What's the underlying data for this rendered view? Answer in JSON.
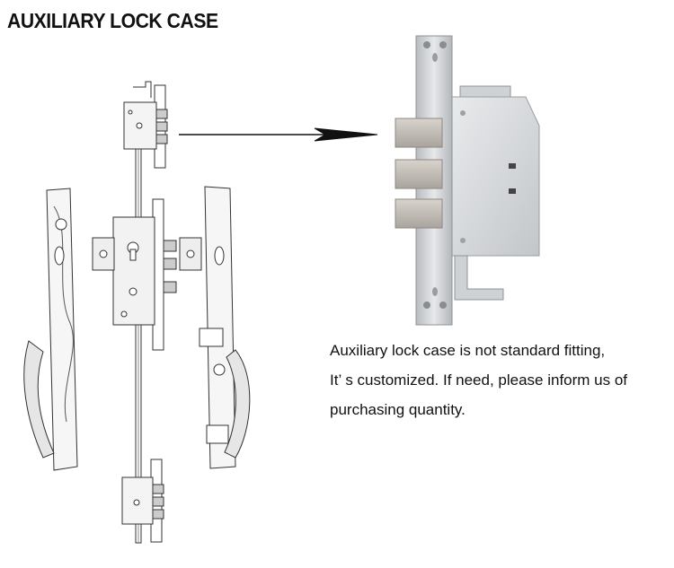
{
  "header": {
    "title": "AUXILIARY LOCK CASE"
  },
  "caption": {
    "line1": "Auxiliary lock case is not standard fitting,",
    "line2": "It’ s customized. If need, please inform us of",
    "line3": "purchasing quantity."
  },
  "colors": {
    "text": "#111111",
    "metal": "#c9ccce",
    "lineart": "#333333"
  }
}
